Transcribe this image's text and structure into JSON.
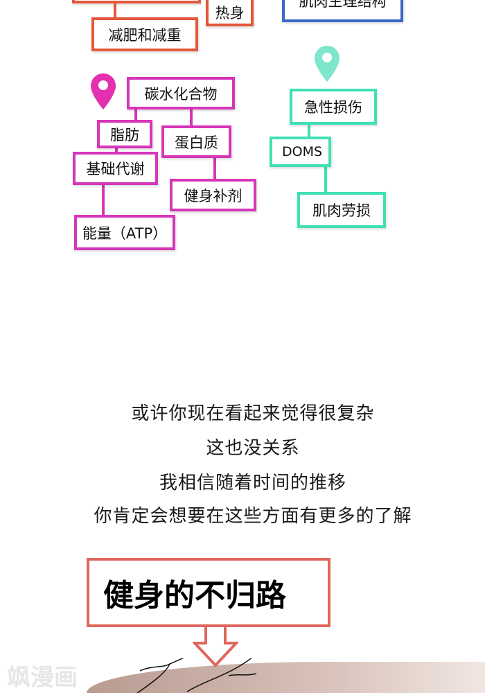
{
  "diagram": {
    "red_group": {
      "boxes": [
        "减肥和减重",
        "热身"
      ]
    },
    "blue_group": {
      "boxes": [
        "肌肉生理结构"
      ]
    },
    "pink_group": {
      "pin_color": "#d636b8",
      "boxes": [
        "碳水化合物",
        "脂肪",
        "蛋白质",
        "基础代谢",
        "健身补剂",
        "能量（ATP）"
      ]
    },
    "teal_group": {
      "pin_color": "#3fe0b4",
      "boxes": [
        "急性损伤",
        "DOMS",
        "肌肉劳损"
      ]
    }
  },
  "narration": [
    "或许你现在看起来觉得很复杂",
    "这也没关系",
    "我相信随着时间的推移",
    "你肯定会想要在这些方面有更多的了解"
  ],
  "title_box": {
    "text": "健身的不归路",
    "border_color": "#e0665c"
  },
  "watermark": "飒漫画"
}
